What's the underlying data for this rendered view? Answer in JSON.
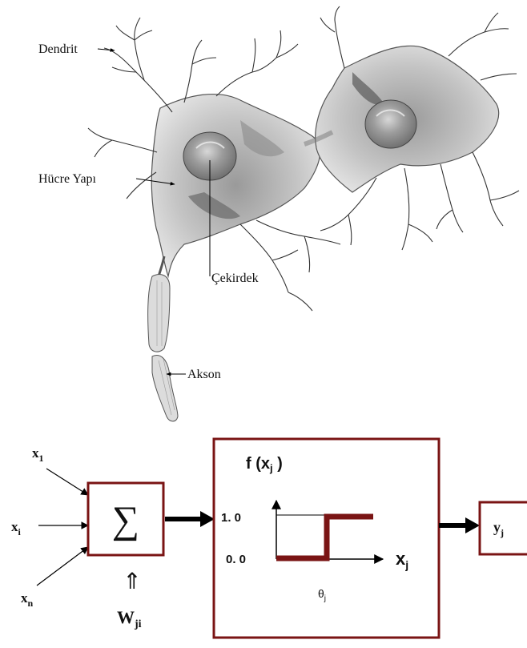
{
  "neuron": {
    "labels": {
      "dendrite": "Dendrit",
      "cell_body": "Hücre Yapı",
      "nucleus": "Çekirdek",
      "axon": "Akson"
    }
  },
  "model": {
    "inputs": {
      "x1": {
        "base": "x",
        "sub": "1"
      },
      "xi": {
        "base": "x",
        "sub": "i"
      },
      "xn": {
        "base": "x",
        "sub": "n"
      }
    },
    "sum_symbol": "∑",
    "weight": {
      "arrow": "⇑",
      "base": "W",
      "sub": "ji"
    },
    "activation": {
      "title_pre": "f (x",
      "title_sub": "j",
      "title_post": " )",
      "y_high": "1. 0",
      "y_low": "0. 0",
      "x_axis": {
        "base": "x",
        "sub": "j"
      },
      "threshold": {
        "base": "θ",
        "sub": "j"
      }
    },
    "output": {
      "base": "y",
      "sub": "j"
    },
    "colors": {
      "box": "#7a1414",
      "step": "#7a1414",
      "arrow": "#000000"
    }
  }
}
